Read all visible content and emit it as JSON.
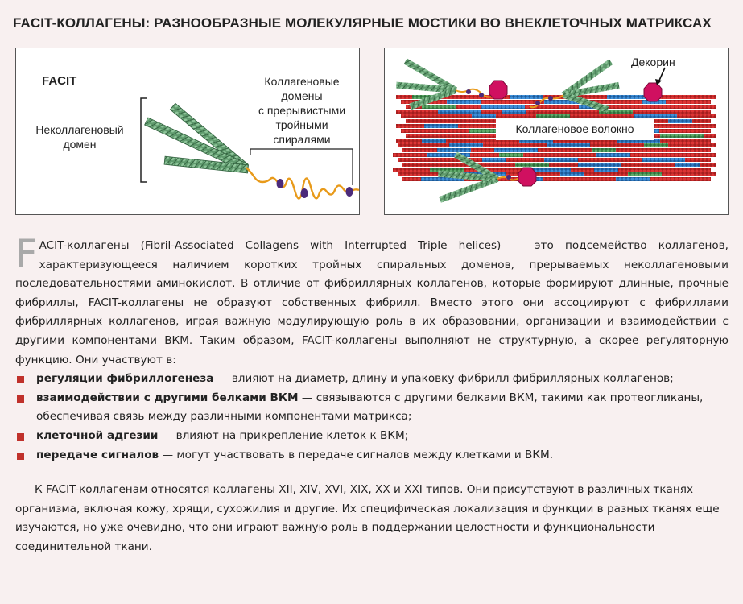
{
  "title": "FACIT-КОЛЛАГЕНЫ: РАЗНООБРАЗНЫЕ МОЛЕКУЛЯРНЫЕ МОСТИКИ ВО ВНЕКЛЕТОЧНЫХ МАТРИКСАХ",
  "figure_left": {
    "label_facit": "FACIT",
    "label_noncollagen": [
      "Неколлагеновый",
      "домен"
    ],
    "label_collagen_domains": [
      "Коллагеновые",
      "домены",
      "с прерывистыми",
      "тройными",
      "спиралями"
    ]
  },
  "figure_right": {
    "label_decorin": "Декорин",
    "label_fiber": "Коллагеновое волокно"
  },
  "colors": {
    "accent": "#c0312b",
    "helix_green": "#5f9a6d",
    "fiber_red": "#cc2a2a",
    "fiber_blue": "#2f7cc4",
    "linker_orange": "#e89a1a",
    "node_purple": "#4b2a7a",
    "decorin_magenta": "#d01060"
  },
  "intro": {
    "dropcap": "F",
    "rest": "ACIT-коллагены (Fibril-Associated Collagens with Interrupted Triple helices) — это подсемейство коллагенов, характеризующееся наличием коротких тройных спиральных доменов, прерываемых неколлагеновыми последовательностями аминокислот. В отличие от фибриллярных коллагенов, которые формируют длинные, прочные фибриллы, FACIT-коллагены не образуют собственных фибрилл. Вместо этого они ассоциируют с фибриллами фибриллярных коллагенов, играя важную модулирующую роль в их образовании, организации и взаимодействии с другими компонентами ВКМ. Таким образом, FACIT-коллагены выполняют не структурную, а скорее регуляторную функцию. Они участвуют в:"
  },
  "bullets": [
    {
      "bold": "регуляции фибриллогенеза",
      "text": " — влияют на диаметр, длину и упаковку фибрилл фибриллярных коллагенов;"
    },
    {
      "bold": "взаимодействии с другими белками ВКМ",
      "text": " — связываются с другими белками ВКМ, такими как протеогликаны, обеспечивая связь между различными компонентами матрикса;"
    },
    {
      "bold": "клеточной адгезии",
      "text": " — влияют на прикрепление клеток к ВКМ;"
    },
    {
      "bold": "передаче сигналов",
      "text": " — могут участвовать в передаче сигналов между клетками и ВКМ."
    }
  ],
  "closing": "К FACIT-коллагенам относятся коллагены XII, XIV, XVI, XIX, XX и XXI типов. Они присутствуют в различных тканях организма, включая кожу, хрящи, сухожилия и другие. Их специфическая локализация и функции в разных тканях еще изучаются, но уже очевидно, что они играют важную роль в поддержании целостности и функциональности соединительной ткани."
}
